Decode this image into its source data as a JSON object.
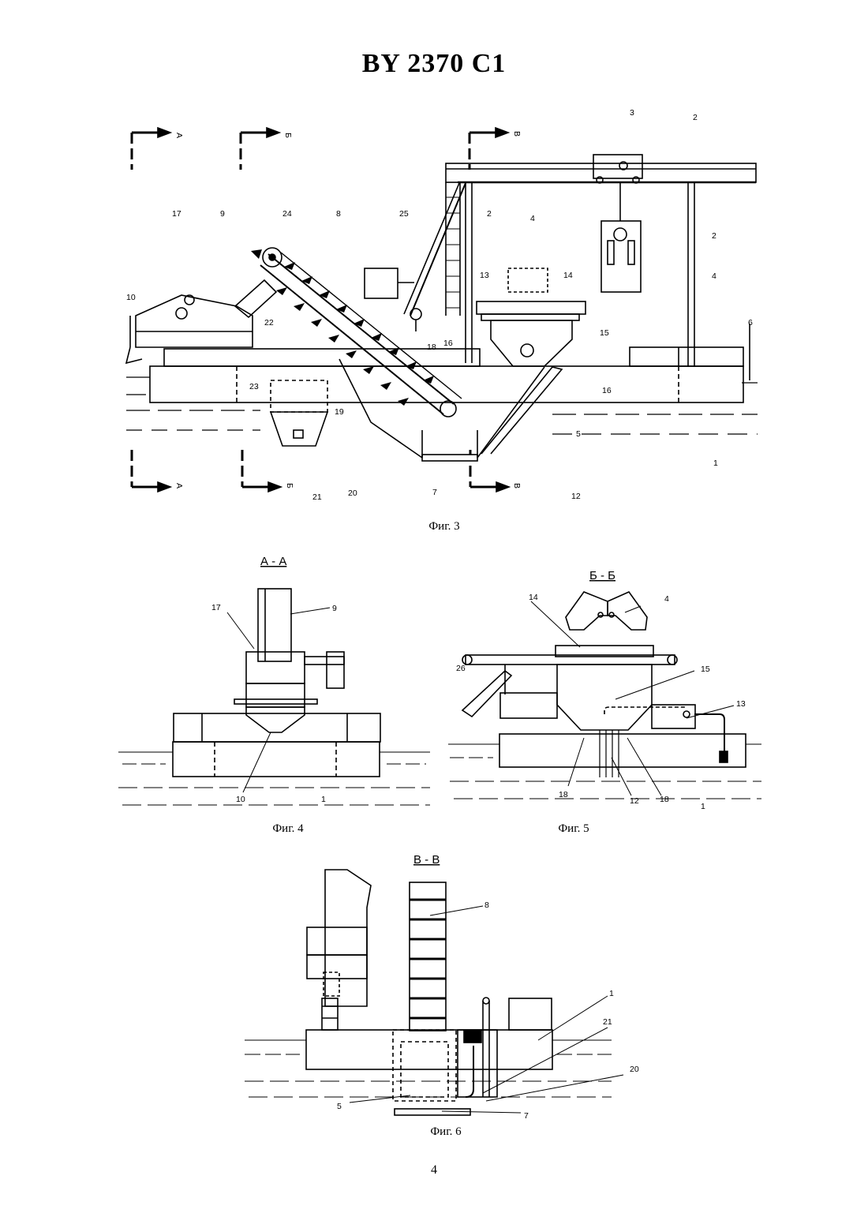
{
  "document": {
    "title": "BY 2370 C1",
    "page_number": "4"
  },
  "figures": {
    "fig3": {
      "caption": "Фиг. 3",
      "labels": [
        "1",
        "2",
        "2",
        "2",
        "3",
        "4",
        "4",
        "5",
        "6",
        "7",
        "8",
        "9",
        "10",
        "12",
        "13",
        "14",
        "15",
        "16",
        "16",
        "17",
        "18",
        "19",
        "20",
        "21",
        "22",
        "23",
        "24",
        "25"
      ],
      "section_marks": [
        "А",
        "Б",
        "В",
        "А",
        "Б",
        "В"
      ]
    },
    "fig4": {
      "caption": "Фиг. 4",
      "section_title": "А - А",
      "labels": [
        "17",
        "9",
        "10",
        "1"
      ]
    },
    "fig5": {
      "caption": "Фиг. 5",
      "section_title": "Б - Б",
      "labels": [
        "14",
        "4",
        "26",
        "15",
        "13",
        "18",
        "12",
        "18",
        "1"
      ]
    },
    "fig6": {
      "caption": "Фиг. 6",
      "section_title": "В - В",
      "labels": [
        "8",
        "1",
        "21",
        "20",
        "5",
        "7"
      ]
    }
  }
}
